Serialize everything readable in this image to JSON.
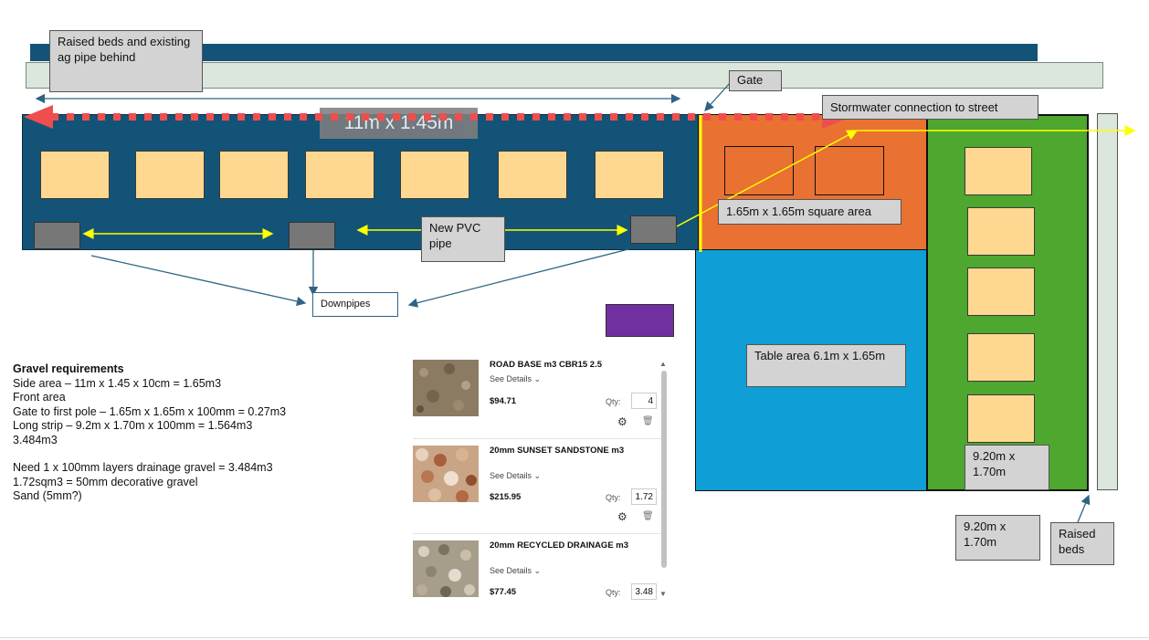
{
  "labels": {
    "raised_beds_back": "Raised beds and existing ag pipe behind",
    "gate": "Gate",
    "stormwater": "Stormwater connection to street",
    "dimension_side": "11m x 1.45m",
    "square_area": "1.65m x 1.65m square area",
    "new_pvc": "New PVC pipe",
    "downpipes": "Downpipes",
    "table_area": "Table area 6.1m x 1.65m",
    "strip_inner": "9.20m x 1.70m",
    "strip_outer": "9.20m x 1.70m",
    "raised_beds_side": "Raised beds"
  },
  "notes": {
    "title": "Gravel requirements",
    "lines_1": [
      "Side area – 11m x 1.45 x 10cm = 1.65m3",
      "Front area",
      "Gate to first pole – 1.65m x 1.65m x 100mm = 0.27m3",
      "Long strip – 9.2m x 1.70m x 100mm = 1.564m3",
      "3.484m3"
    ],
    "lines_2": [
      "Need 1 x 100mm layers drainage gravel = 3.484m3",
      "1.72sqm3 = 50mm decorative gravel",
      "Sand (5mm?)"
    ]
  },
  "cart": {
    "see_details": "See Details",
    "qty_label": "Qty:",
    "items": [
      {
        "name": "ROAD BASE m3 CBR15 2.5",
        "price": "$94.71",
        "qty": "4"
      },
      {
        "name": "20mm SUNSET SANDSTONE m3",
        "price": "$215.95",
        "qty": "1.72"
      },
      {
        "name": "20mm RECYCLED DRAINAGE m3",
        "price": "$77.45",
        "qty": "3.48"
      }
    ]
  },
  "colors": {
    "side_area": "#135377",
    "front_area": "#e97132",
    "table_area": "#0f9ed5",
    "long_strip": "#4ea72e",
    "sand_box": "#fed890",
    "dashed_arrow": "#f04e4e",
    "yellow_line": "#ffff00",
    "purple_box": "#7030a0"
  }
}
